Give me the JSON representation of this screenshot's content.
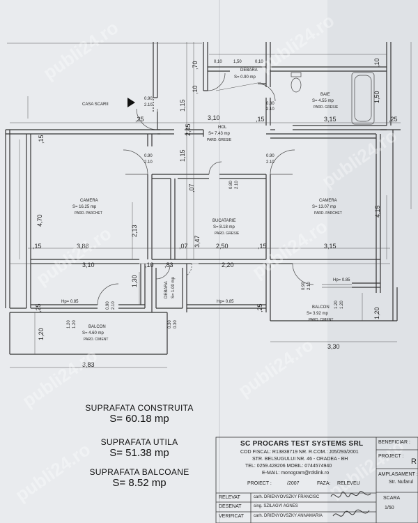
{
  "rooms": {
    "casa_scarii": "CASA SCARII",
    "debara_top": {
      "name": "DEBARA",
      "area": "S= 0.90 mp"
    },
    "baie": {
      "name": "BAIE",
      "area": "S= 4.55 mp",
      "floor": "PARD. GRESIE"
    },
    "hol": {
      "name": "HOL",
      "area": "S= 7.43 mp",
      "floor": "PARD. GRESIE"
    },
    "camera_left": {
      "name": "CAMERA",
      "area": "S= 16.25 mp",
      "floor": "PARD. PARCHET"
    },
    "bucatarie": {
      "name": "BUCATARIE",
      "area": "S= 8.18 mp",
      "floor": "PARD. GRESIE"
    },
    "camera_right": {
      "name": "CAMERA",
      "area": "S= 13.07 mp",
      "floor": "PARD. PARCHET"
    },
    "debara_small": {
      "name": "DEBARA",
      "area": "S= 1.00 mp"
    },
    "balcon_left": {
      "name": "BALCON",
      "area": "S= 4.60 mp",
      "floor": "PARD. CIMENT"
    },
    "balcon_right": {
      "name": "BALCON",
      "area": "S= 3.92 mp",
      "floor": "PARD. CIMENT"
    }
  },
  "dims": {
    "d_0_10a": "0,10",
    "d_1_50": "1,50",
    "d_0_10b": "0,10",
    "d_70": ",70",
    "d_10a": ",10",
    "d_0_10c": ",10",
    "d_1_15a": "1,15",
    "d_2_45": "2,45",
    "d_1_15b": "1,15",
    "d_3_10a": "3,10",
    "d_3_15a": "3,15",
    "d_25a": ",25",
    "d_25b": ",25",
    "d_15a": ",15",
    "d_15b": ",15",
    "d_15c": ",15",
    "d_15d": ",15",
    "d_4_70": "4,70",
    "d_2_13": "2,13",
    "d_3_47": "3,47",
    "d_4_15": "4,15",
    "d_07a": ",07",
    "d_07b": ",07",
    "d_3_88": "3,88",
    "d_2_50": "2,50",
    "d_3_15b": "3,15",
    "d_3_10b": "3,10",
    "d_83": ",83",
    "d_2_20": "2,20",
    "d_1_30": "1,30",
    "d_1_20a": "1,20",
    "d_1_20b": "1,20",
    "d_3_83": "3,83",
    "d_3_30": "3,30",
    "d_1_50b": "1,50",
    "d_25c": ",25",
    "d_25d": ",25",
    "d_10": ",10",
    "d_0_10d": ",10"
  },
  "doors": {
    "door_090_210": "0.90\n2.10",
    "door_080_210": "0.80\n2.10",
    "door_a": "0.90",
    "door_a2": "2.10",
    "door_b": "0.80",
    "door_b2": "2.10",
    "door_c": "0.90",
    "door_c2": "2.10",
    "door_d": "0.90",
    "door_d2": "2.10",
    "door_e": "0.80",
    "door_e2": "2.10",
    "door_f": "0.90",
    "door_f2": "2.10",
    "door_g": "0.90",
    "door_g2": "2.10",
    "door_h": "0.90",
    "door_h2": "2.10",
    "win_a": "1.20",
    "win_a2": "1.20",
    "win_b": "1.20",
    "win_b2": "1.20",
    "win_c": "0.30",
    "win_c2": "0.30",
    "hp_left": "Hp= 0.85",
    "hp_mid": "Hp= 0.85",
    "hp_right": "Hp= 0.85"
  },
  "summary": {
    "construita_label": "SUPRAFATA CONSTRUITA",
    "construita_value": "S= 60.18 mp",
    "utila_label": "SUPRAFATA UTILA",
    "utila_value": "S= 51.38 mp",
    "balcoane_label": "SUPRAFATA BALCOANE",
    "balcoane_value": "S= 8.52 mp"
  },
  "titleblock": {
    "company": "SC  PROCARS TEST SYSTEMS  SRL",
    "line1": "COD FISCAL: R13838719  NR. R.COM.: J05/293/2001",
    "line2": "STR. BELSUGULUI NR. 46 - ORADEA - BH",
    "line3": "TEL: 0259.428206 MOBIL: 0744574940",
    "line4": "E-MAIL: monogram@rdslink.ro",
    "proiect_label": "PROIECT :",
    "proiect_value": "/2007",
    "faza_label": "FAZA:",
    "faza_value": "RELEVEU",
    "beneficiar": "BENEFICIAR :",
    "project": "PROJECT :",
    "amplasament": "AMPLASAMENT :",
    "amplasament_value": "Str. Nufarul",
    "r_letter": "R",
    "scara_label": "SCARA",
    "scara_value": "1/50",
    "relevat_label": "RELEVAT",
    "relevat_name": "carh. DRIENYOVSZKY  FRANCISC",
    "desenat_label": "DESENAT",
    "desenat_name": "sing. SZILAGYI AGNES",
    "verificat_label": "VERIFICAT",
    "verificat_name": "carh. DRIENYOVSZKY ANNAMARIA"
  },
  "watermark": "publi24.ro"
}
